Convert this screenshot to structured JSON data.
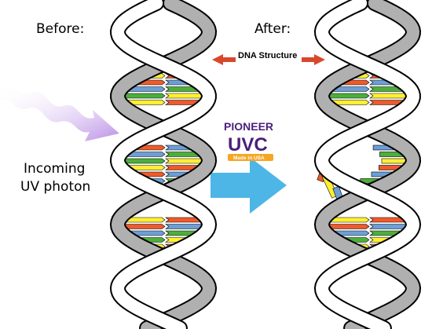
{
  "labels": {
    "before": "Before:",
    "after": "After:",
    "dna_structure": "DNA Structure",
    "incoming_line1": "Incoming",
    "incoming_line2": "UV photon"
  },
  "logo": {
    "brand_top": "PIONEER",
    "brand_main": "UVC",
    "brand_tag": "Made in USA"
  },
  "colors": {
    "backbone_fill": "#ffffff",
    "backbone_stroke": "#000000",
    "backbone_shade": "#b0b0b0",
    "base_green": "#4caf3a",
    "base_yellow": "#ffef33",
    "base_red": "#ee5b2c",
    "base_blue": "#6d9fd6",
    "uv_arrow": "#b98fe6",
    "big_arrow": "#4db6e6",
    "small_arrow": "#d9472b",
    "logo_purple": "#4a1f7a",
    "logo_text": "#ffffff",
    "logo_orange": "#f5a623"
  },
  "icons": {
    "uv_photon": "wavy-arrow-icon",
    "transition": "right-arrow-icon",
    "pointer": "double-arrow-icon"
  }
}
